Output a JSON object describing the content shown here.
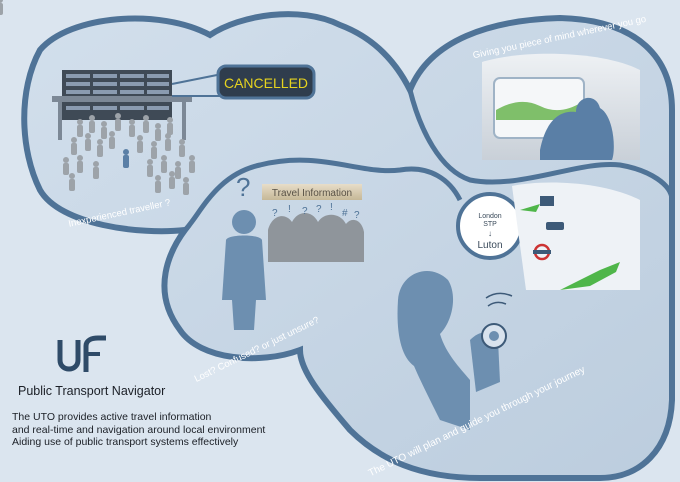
{
  "board": {
    "cancelled": "CANCELLED"
  },
  "travel_info_sign": "Travel Information",
  "captions": {
    "inexperienced": "Inexperienced traveller ?",
    "lost": "Lost? Confused? or just unsure?",
    "peace_of_mind": "Giving you piece of mind wherever you go",
    "plan_guide": "The UTO will plan and guide you through your journey"
  },
  "route": {
    "from_line1": "London",
    "from_line2": "STP",
    "arrow": "↓",
    "to": "Luton"
  },
  "question_marks": [
    "?",
    "!",
    "?",
    "?",
    "!",
    "#",
    "?"
  ],
  "brand": {
    "title": "Public Transport Navigator"
  },
  "description": [
    "The UTO provides active travel information",
    "and real-time and navigation around local environment",
    "Aiding use of public transport systems effectively"
  ],
  "colors": {
    "background": "#dbe5ef",
    "bubble_fill": "#c9d8e7",
    "bubble_stroke": "#4f7397",
    "accent_green": "#4fb64a",
    "board_text": "#e6d31f",
    "silhouette": "#6d8fb0",
    "crowd": "#9da3a9"
  },
  "icons": [
    "departure-board-icon",
    "logo-icon",
    "train-icon",
    "bus-icon",
    "underground-icon",
    "phone-device-icon",
    "signal-waves-icon",
    "arrow-icon"
  ]
}
